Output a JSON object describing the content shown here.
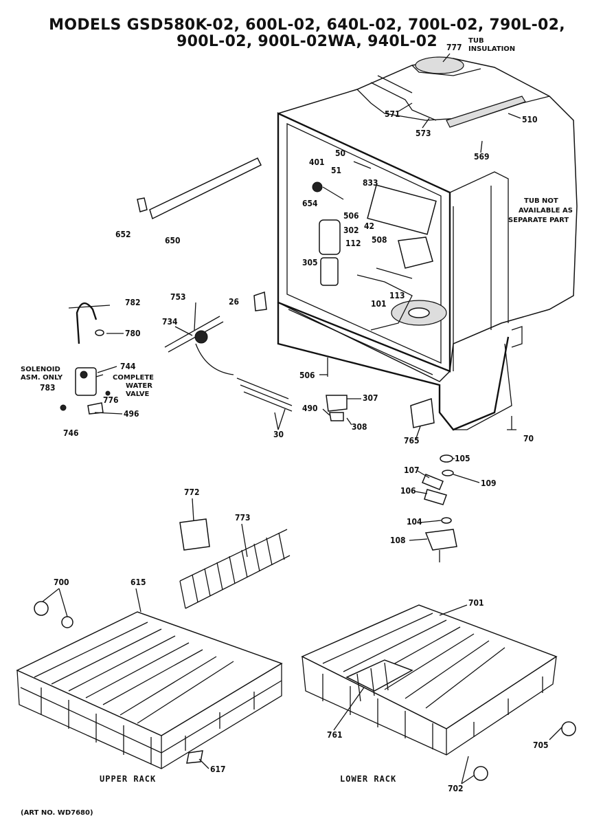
{
  "header": {
    "line1": "MODELS GSD580K-02, 600L-02, 640L-02, 700L-02, 790L-02,",
    "line2": "900L-02, 900L-02WA, 940L-02"
  },
  "notes": {
    "tub_insulation": [
      "TUB",
      "INSULATION"
    ],
    "tub_not_available": [
      "TUB NOT",
      "AVAILABLE AS",
      "SEPARATE PART"
    ],
    "solenoid": [
      "SOLENOID",
      "ASM. ONLY"
    ],
    "complete_valve": [
      "COMPLETE",
      "WATER",
      "VALVE"
    ]
  },
  "callouts": {
    "c777": "777",
    "c571": "571",
    "c573": "573",
    "c510": "510",
    "c569": "569",
    "c401": "401",
    "c50": "50",
    "c51": "51",
    "c833": "833",
    "c654": "654",
    "c506a": "506",
    "c302": "302",
    "c42": "42",
    "c112": "112",
    "c508": "508",
    "c305": "305",
    "c113": "113",
    "c101": "101",
    "c652": "652",
    "c650": "650",
    "c753": "753",
    "c26": "26",
    "c782": "782",
    "c780": "780",
    "c734": "734",
    "c744": "744",
    "c783": "783",
    "c776": "776",
    "c496": "496",
    "c746": "746",
    "c506b": "506",
    "c307": "307",
    "c490": "490",
    "c308": "308",
    "c30": "30",
    "c765": "765",
    "c70": "70",
    "c105": "105",
    "c107": "107",
    "c109": "109",
    "c106": "106",
    "c104": "104",
    "c108": "108",
    "c772": "772",
    "c773": "773",
    "c700": "700",
    "c615": "615",
    "c701": "701",
    "c761": "761",
    "c705": "705",
    "c617": "617",
    "c702": "702"
  },
  "captions": {
    "upper_rack": "UPPER RACK",
    "lower_rack": "LOWER RACK",
    "art_no": "(ART NO. WD7680)"
  }
}
